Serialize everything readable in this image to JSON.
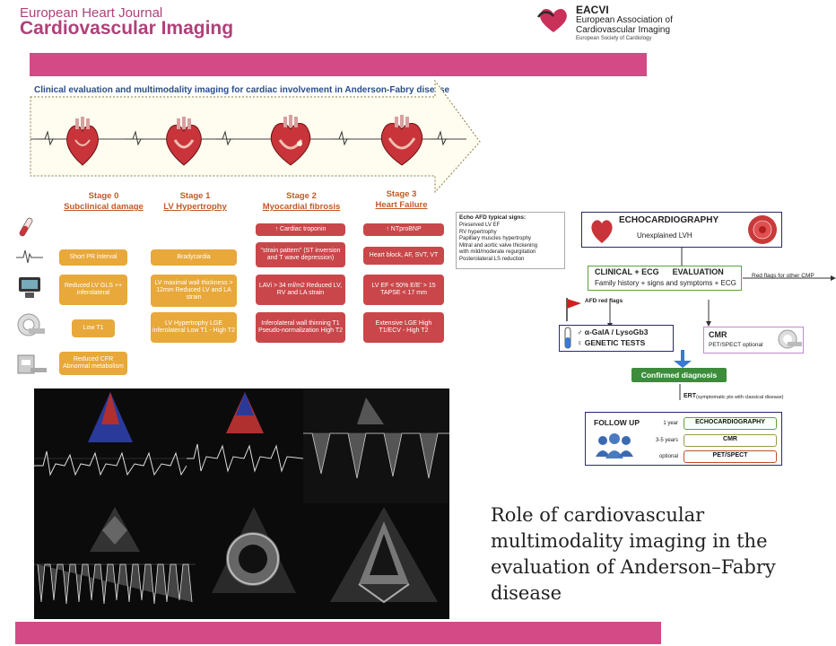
{
  "header": {
    "journal": "European Heart Journal",
    "title": "Cardiovascular Imaging",
    "eacvi_name": "EACVI",
    "eacvi_sub1": "European Association of",
    "eacvi_sub2": "Cardiovascular Imaging",
    "esc": "European Society of Cardiology"
  },
  "figure": {
    "title": "Clinical evaluation and multimodality imaging for cardiac involvement in Anderson-Fabry disease",
    "stages": [
      {
        "name": "Stage 0",
        "sub": "Subclinical damage"
      },
      {
        "name": "Stage 1",
        "sub": "LV Hypertrophy"
      },
      {
        "name": "Stage 2",
        "sub": "Myocardial fibrosis"
      },
      {
        "name": "Stage 3",
        "sub": "Heart Failure"
      }
    ],
    "boxes": {
      "s2_biomarker": "↑ Cardiac troponin",
      "s3_biomarker": "↑ NTproBNP",
      "s0_ecg": "Short PR interval",
      "s1_ecg": "Bradycardia",
      "s2_ecg": "\"strain pattern\" (ST inversion and T wave depression)",
      "s3_ecg": "Heart block, AF, SVT, VT",
      "s0_echo": "Reduced LV GLS ++ inferolateral",
      "s1_echo": "LV maximal wall thickness > 12mm Reduced LV and LA strain",
      "s2_echo": "LAVi > 34 ml/m2 Reduced LV, RV and LA strain",
      "s3_echo": "LV EF < 50% E/E' > 15 TAPSE < 17 mm",
      "s0_cmr": "Low T1",
      "s1_cmr": "LV Hypertrophy LGE inferolateral Low T1 - High T2",
      "s2_cmr": "Inferolateral wall thinning T1 Pseudo-normalization High T2",
      "s3_cmr": "Extensive LGE High T1/ECV - High T2",
      "s0_pet": "Reduced CFR Abnormal metabolism"
    }
  },
  "flowchart": {
    "signs_title": "Echo AFD typical signs:",
    "signs": [
      "Preserved LV EF",
      "RV hypertrophy",
      "Papillary muscles hypertrophy",
      "Mitral and aortic valve thickening",
      "with mild/moderate regurgitation",
      "Posterolateral LS reduction"
    ],
    "echo_title": "ECHOCARDIOGRAPHY",
    "echo_sub": "Unexplained LVH",
    "clinical_title": "CLINICAL + ECG      EVALUATION",
    "clinical_sub": "Family history + signs and symptoms + ECG",
    "red_flags_other": "Red flags for other CMP",
    "afd_red_flags": "AFD red flags",
    "genetic_1": "♂ α-GalA / LysoGb3",
    "genetic_2": "♀ GENETIC TESTS",
    "cmr_title": "CMR",
    "cmr_sub": "PET/SPECT optional",
    "confirmed": "Confirmed diagnosis",
    "ert": "ERT",
    "ert_note": "(symptomatic pts with classical disease)",
    "follow_up": "FOLLOW UP",
    "rows": [
      {
        "time": "1 year",
        "test": "ECHOCARDIOGRAPHY"
      },
      {
        "time": "3-5 years",
        "test": "CMR"
      },
      {
        "time": "optional",
        "test": "PET/SPECT"
      }
    ]
  },
  "caption": "Role of cardiovascular multimodality imaging in the evaluation of Anderson–Fabry disease",
  "colors": {
    "brand_pink": "#d44a86",
    "stage_yellow": "#e8a83a",
    "stage_red": "#c9474a",
    "confirmed_green": "#3c8c3c"
  }
}
